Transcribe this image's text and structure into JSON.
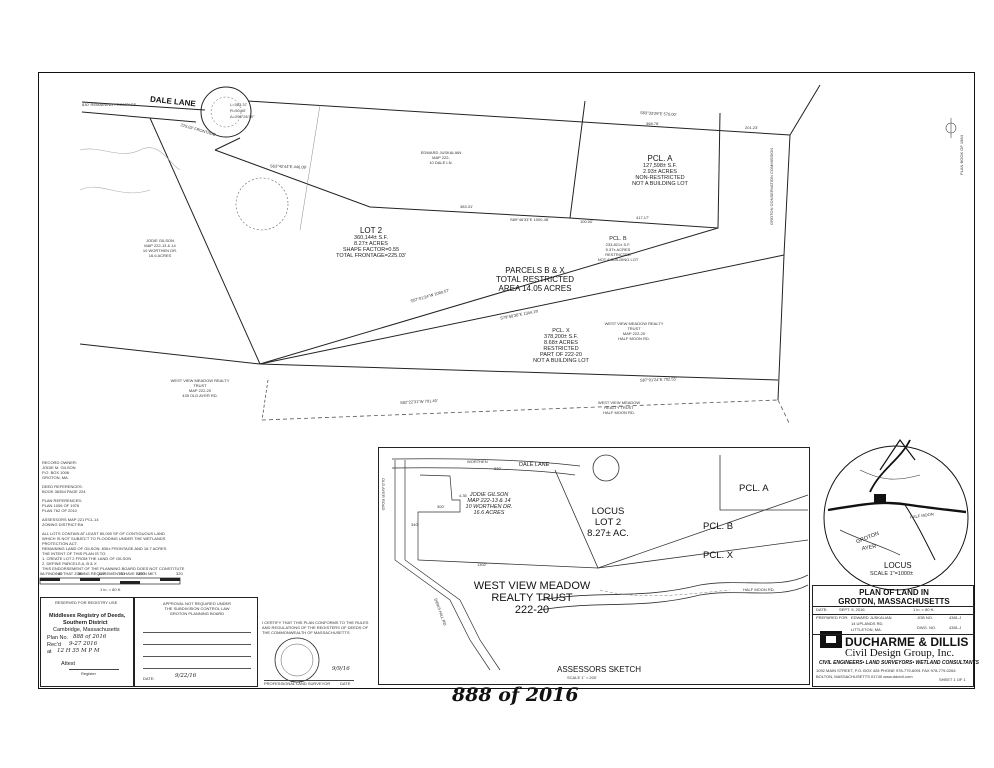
{
  "plan": {
    "title": "PLAN OF LAND IN",
    "town": "GROTON, MASSACHUSETTS",
    "date_label": "DATE:",
    "date": "SEPT. 9, 2016",
    "scale": "1 in. = 80 ft.",
    "prepared_for_label": "PREPARED FOR:",
    "prepared_for": [
      "EDWARD JUSKALIAN",
      "14 UPLANDS RD.",
      "LITTLETON, MA."
    ],
    "job_label": "JOB NO.",
    "job_no": "4381-J",
    "dwg_label": "DWG. NO.",
    "dwg_no": "4381-J",
    "sheet": "SHEET 1 OF 1",
    "firm_name": "DUCHARME & DILLIS",
    "firm_sub": "Civil Design Group, Inc.",
    "firm_tag": "CIVIL ENGINEERS• LAND SURVEYORS• WETLAND CONSULTANTS",
    "firm_address": [
      "1092 MAIN STREET, P.O. BOX 428   PHONE 978-779-6091  FAX 978-779-0264",
      "BOLTON, MASSACHUSETTS 01740   www.ddcivil.com"
    ],
    "page_number": "PLAN BOOK OF 1984"
  },
  "map": {
    "street": "DALE LANE",
    "lot2": [
      "LOT 2",
      "360,144± S.F.",
      "8.27± ACRES",
      "SHAPE FACTOR=0.55",
      "TOTAL FRONTAGE=225.03'"
    ],
    "pcl_a": [
      "PCL. A",
      "127,598± S.F.",
      "2.93± ACRES",
      "NON-RESTRICTED",
      "NOT A BUILDING LOT"
    ],
    "pcl_b": [
      "PCL. B",
      "233,821± S.F.",
      "5.37± ACRES",
      "RESTRICTED",
      "NOT A BUILDING LOT"
    ],
    "parcels_bx": [
      "PARCELS B & X",
      "TOTAL RESTRICTED",
      "AREA 14.05 ACRES"
    ],
    "pcl_x": [
      "PCL. X",
      "378,200± S.F.",
      "8.68± ACRES",
      "RESTRICTED",
      "PART OF 222-20",
      "NOT A BUILDING LOT"
    ],
    "abutters": {
      "gilson": [
        "JODIE GILSON",
        "MAP 222-13 & 14",
        "10 WORTHEN DR.",
        "16.6 ACRES"
      ],
      "juskalian": [
        "EDWARD JUSKALIAN",
        "MAP 222-",
        "10 DALE LN."
      ],
      "westview_top": [
        "WEST VIEW MEADOW REALTY TRUST",
        "MAP 222-20",
        "HALF MOON RD."
      ],
      "westview_bottom": [
        "WEST VIEW MEADOW REALTY TRUST",
        "MAP 222-20",
        "435 OLD AYER RD."
      ],
      "westview_right": [
        "WEST VIEW MEADOW",
        "REALTY TRUST",
        "HALF MOON RD."
      ],
      "conservation": "GROTON CONSERVATION COMMISSION"
    },
    "bearings": {
      "b1": "S83°33'29\"E  570.00'",
      "b2": "S89°46'33\"E  1000.48'",
      "b3": "S79°50'30\"E  1344.19'",
      "b4": "S87°01'24\"E  702.55'",
      "b5": "S82°22'31\"W  701.40'",
      "b6": "S63°42'44\"E  446.09'",
      "b7": "S87°01'24\"W  1080.57'",
      "d1": "383.31'",
      "d2": "100.00'",
      "d3": "417.17'",
      "d4": "368.76'",
      "d5": "201.23'",
      "frontage1": "830' REMAINING FRONTAGE",
      "frontage2": "225.03' FRONTAGE"
    },
    "curve": [
      "L=363.37",
      "R=50.00'",
      "Δ=296°26'10\""
    ]
  },
  "notes": {
    "record_owner": [
      "RECORD OWNER:",
      "JODIE M. GILSON",
      "P.O. BOX 1006",
      "GROTON, MA."
    ],
    "deed": [
      "DEED REFERENCES:",
      "BOOK 36354 PAGE 224"
    ],
    "plan_refs": [
      "PLAN REFERENCES:",
      "PLAN 1006 OF 1976",
      "PLAN 762 OF 2010"
    ],
    "assessors": [
      "ASSESSORS MAP 221 PCL.14",
      "ZONING DISTRICT:RA"
    ],
    "body": [
      "ALL LOTS CONTAIN AT LEAST 80,000 SF OF CONTIGUOUS LAND",
      "WHICH IS NOT SUBJECT TO FLOODING UNDER THE WETLANDS",
      "PROTECTION ACT.",
      "REMAINING LAND OF GILSON: 830± FRONTAGE AND 16.7 ACRES",
      "THE INTENT OF THIS PLAN IS TO:",
      "1. CREATE LOT 2 FROM THE LAND OF GILSON",
      "2. DEFINE PARCELS A, B & X",
      "THIS ENDORSEMENT OF THE PLANNING BOARD DOES NOT CONSTITUTE",
      "A FINDING THAT ZONING REQUIREMENTS HAVE BEEN MET."
    ],
    "scale_ticks": [
      "0",
      "40",
      "80",
      "120",
      "160",
      "200",
      "320"
    ],
    "scale_unit": "1 in. = 80 ft."
  },
  "registry": {
    "header": "RESERVED FOR REGISTRY USE",
    "lines": [
      "Middlesex Registry of Deeds,",
      "Southern District",
      "Cambridge, Massachusetts"
    ],
    "plan_no_label": "Plan No.",
    "plan_no": "888 of 2016",
    "recd_label": "Rec'd",
    "recd": "9-27  2016",
    "at_label": "at",
    "at": "12 H 35 M P M",
    "attest": "Attest",
    "register": "Register"
  },
  "approval": {
    "lines": [
      "APPROVAL NOT REQUIRED UNDER",
      "THE SUBDIVISION CONTROL LAW",
      "GROTON PLANNING BOARD"
    ],
    "date_label": "DATE:",
    "date": "9/22/16"
  },
  "certification": {
    "text": [
      "I CERTIFY THAT THIS PLAN CONFORMS TO THE RULES",
      "AND REGULATIONS OF THE REGISTERS OF DEEDS OF",
      "THE COMMONWEALTH OF MASSACHUSETTS"
    ],
    "surveyor_label": "PROFESSIONAL LAND SURVEYOR",
    "date_label": "DATE",
    "date": "9/9/16"
  },
  "sketch": {
    "title": "ASSESSORS SKETCH",
    "scale": "SCALE 1\" = 200'",
    "roads": [
      "WORTHEN",
      "DALE LANE",
      "OLD AYER ROAD",
      "DIRKS HILL RD.",
      "HALF MOON RD."
    ],
    "gilson": [
      "JODIE GILSON",
      "MAP 222-13 & 14",
      "10 WORTHEN DR.",
      "16.6 ACRES"
    ],
    "locus": [
      "LOCUS",
      "LOT 2",
      "8.27± AC."
    ],
    "pcl_a": "PCL. A",
    "pcl_b": "PCL. B",
    "pcl_x": "PCL. X",
    "westview": [
      "WEST VIEW MEADOW",
      "REALTY TRUST",
      "222-20"
    ],
    "dims": [
      "830'",
      "300'",
      "1302'",
      "340'",
      "4.35"
    ]
  },
  "locus": {
    "label": "LOCUS",
    "scale": "SCALE 1\"=1000±",
    "roads": [
      "GROTON",
      "AYER",
      "HALF MOON"
    ]
  },
  "footer_handwriting": "888 of 2016"
}
